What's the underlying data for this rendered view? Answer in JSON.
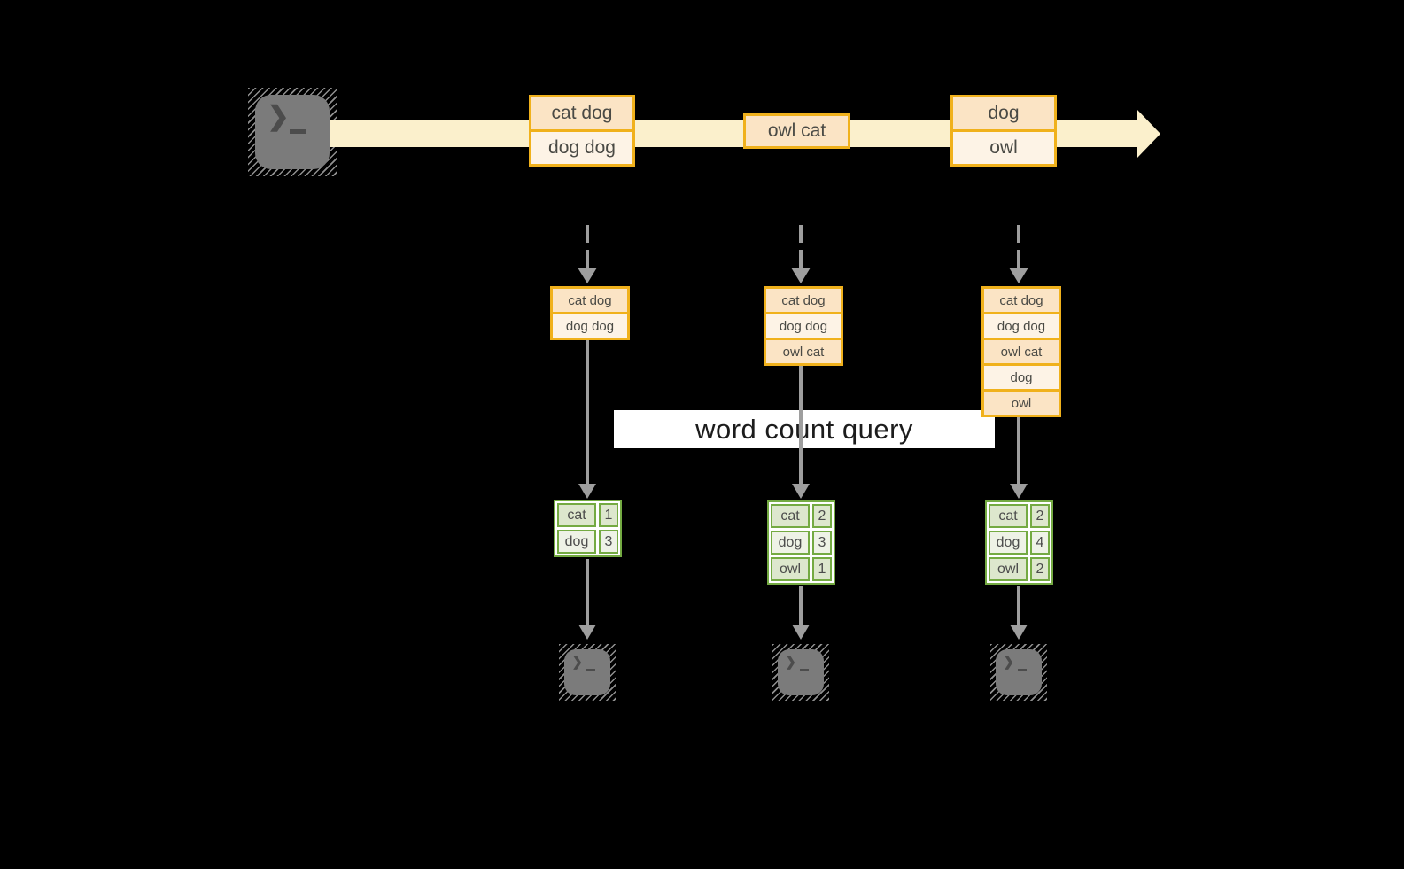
{
  "query_label": "word count query",
  "terminal_prompt": "❯",
  "stream_events": [
    {
      "cells": [
        "cat dog",
        "dog dog"
      ]
    },
    {
      "cells": [
        "owl cat"
      ]
    },
    {
      "cells": [
        "dog",
        "owl"
      ]
    }
  ],
  "state_buffers": [
    {
      "cells": [
        "cat dog",
        "dog dog"
      ]
    },
    {
      "cells": [
        "cat dog",
        "dog dog",
        "owl cat"
      ]
    },
    {
      "cells": [
        "cat dog",
        "dog dog",
        "owl cat",
        "dog",
        "owl"
      ]
    }
  ],
  "count_tables": [
    {
      "rows": [
        {
          "word": "cat",
          "count": "1"
        },
        {
          "word": "dog",
          "count": "3"
        }
      ]
    },
    {
      "rows": [
        {
          "word": "cat",
          "count": "2"
        },
        {
          "word": "dog",
          "count": "3"
        },
        {
          "word": "owl",
          "count": "1"
        }
      ]
    },
    {
      "rows": [
        {
          "word": "cat",
          "count": "2"
        },
        {
          "word": "dog",
          "count": "4"
        },
        {
          "word": "owl",
          "count": "2"
        }
      ]
    }
  ],
  "colors": {
    "background": "#000000",
    "stream_band": "#fbf0cc",
    "amber_border": "#f0b11c",
    "cell_peach": "#fbe4c5",
    "cell_cream": "#fdf3e6",
    "green_border": "#74aa42",
    "green_row_dark": "#dde7cd",
    "green_row_light": "#eef2e6",
    "arrow_gray": "#9e9e9e",
    "terminal_gray": "#7b7b7b",
    "query_background": "#ffffff"
  }
}
